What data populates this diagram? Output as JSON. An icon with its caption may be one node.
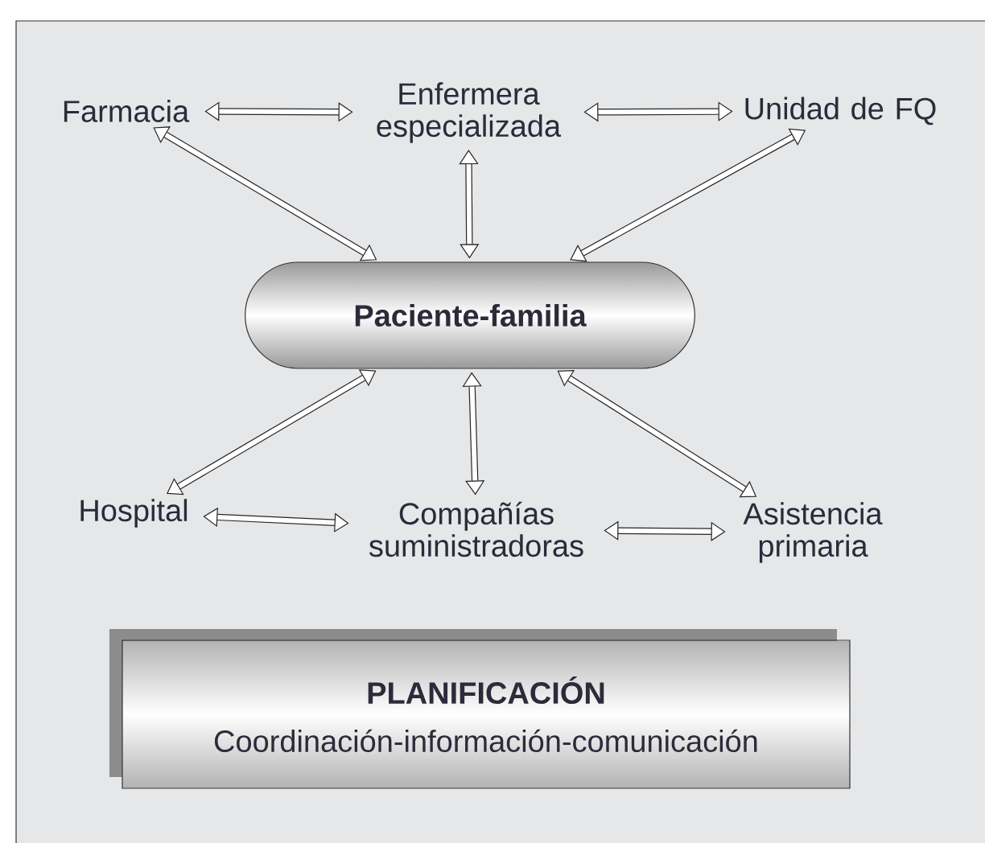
{
  "diagram": {
    "nodes": [
      {
        "text": [
          "Farmacia"
        ]
      },
      {
        "text": [
          "Enfermera especializada"
        ]
      },
      {
        "text": [
          "Unidad de FQ"
        ]
      },
      {
        "text": [
          "Paciente-familia"
        ]
      },
      {
        "text": [
          "Hospital"
        ]
      },
      {
        "text": [
          "Compañías suministradoras"
        ]
      },
      {
        "text": [
          "Asistencia primaria"
        ]
      },
      {
        "text": [
          "PLANIFICACIÓN",
          "Coordinación-información-comunicación"
        ]
      }
    ],
    "edges": [
      {
        "from": 0,
        "to": 1,
        "arrow": "both"
      },
      {
        "from": 1,
        "to": 2,
        "arrow": "both"
      },
      {
        "from": 0,
        "to": 3,
        "arrow": "both"
      },
      {
        "from": 1,
        "to": 3,
        "arrow": "both"
      },
      {
        "from": 2,
        "to": 3,
        "arrow": "both"
      },
      {
        "from": 4,
        "to": 3,
        "arrow": "both"
      },
      {
        "from": 5,
        "to": 3,
        "arrow": "both"
      },
      {
        "from": 6,
        "to": 3,
        "arrow": "both"
      },
      {
        "from": 4,
        "to": 5,
        "arrow": "both"
      },
      {
        "from": 5,
        "to": 6,
        "arrow": "both"
      }
    ]
  }
}
